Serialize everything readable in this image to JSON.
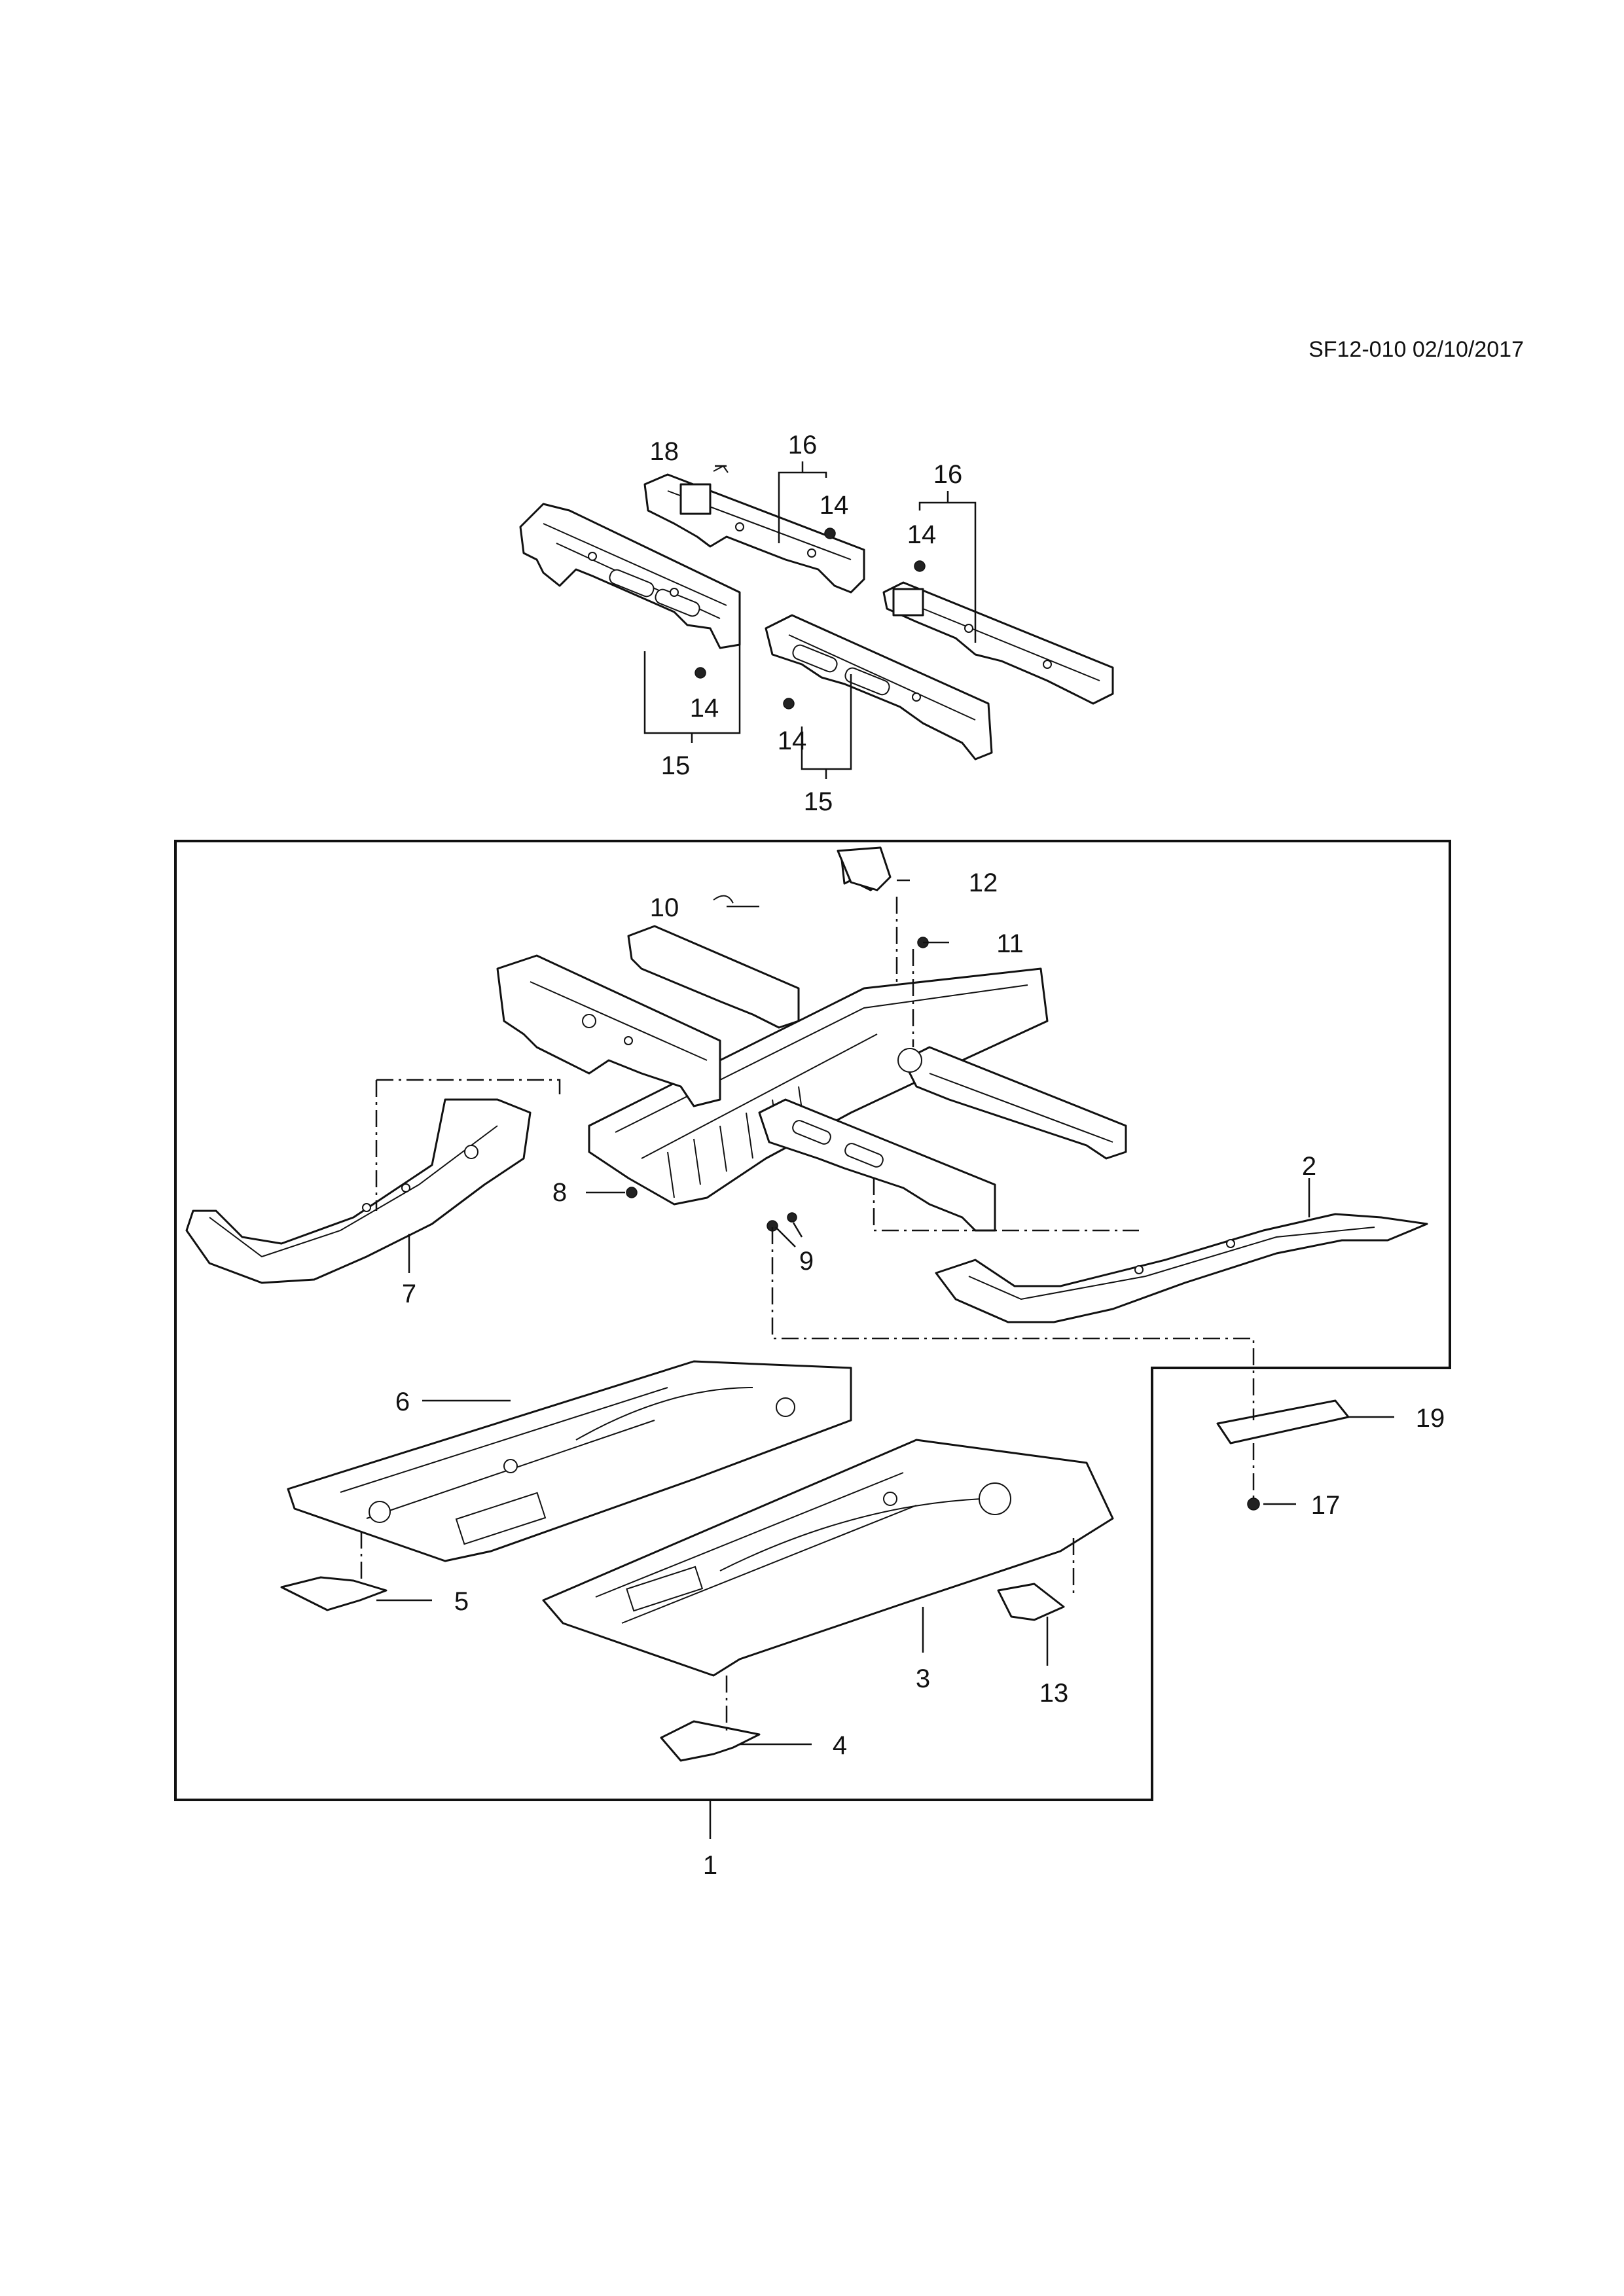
{
  "header": {
    "drawing_code": "SF12-010 02/10/2017"
  },
  "callouts": {
    "c1": "1",
    "c2": "2",
    "c3": "3",
    "c4": "4",
    "c5": "5",
    "c6": "6",
    "c7": "7",
    "c8": "8",
    "c9": "9",
    "c10": "10",
    "c11": "11",
    "c12": "12",
    "c13": "13",
    "c14a": "14",
    "c14b": "14",
    "c14c": "14",
    "c14d": "14",
    "c15a": "15",
    "c15b": "15",
    "c16a": "16",
    "c16b": "16",
    "c17": "17",
    "c18": "18",
    "c19": "19"
  }
}
